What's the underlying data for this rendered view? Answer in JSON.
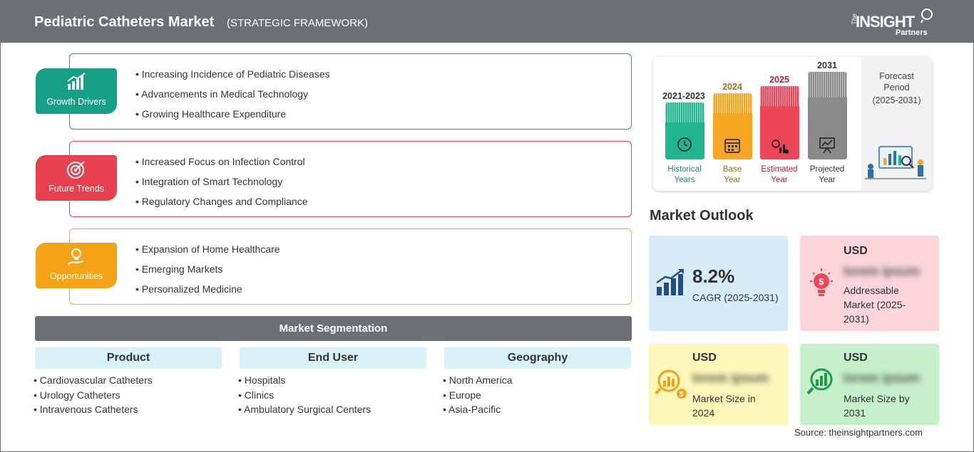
{
  "header": {
    "title": "Pediatric Catheters Market",
    "subtitle": "(STRATEGIC FRAMEWORK)",
    "logo_the": "The",
    "logo_insight": "INSIGHT",
    "logo_partners": "Partners"
  },
  "sections": [
    {
      "label": "Growth Drivers",
      "color": "#16a085",
      "items": [
        "Increasing Incidence of Pediatric Diseases",
        "Advancements in Medical Technology",
        "Growing Healthcare Expenditure"
      ]
    },
    {
      "label": "Future Trends",
      "color": "#e8404f",
      "items": [
        "Increased Focus on Infection Control",
        "Integration of Smart Technology",
        "Regulatory Changes and Compliance"
      ]
    },
    {
      "label": "Opportunities",
      "color": "#f4a316",
      "items": [
        "Expansion of Home Healthcare",
        "Emerging Markets",
        "Personalized Medicine"
      ]
    }
  ],
  "segmentation": {
    "title": "Market Segmentation",
    "columns": [
      {
        "heading": "Product",
        "items": [
          "Cardiovascular Catheters",
          "Urology Catheters",
          "Intravenous Catheters"
        ]
      },
      {
        "heading": "End User",
        "items": [
          "Hospitals",
          "Clinics",
          "Ambulatory Surgical Centers"
        ]
      },
      {
        "heading": "Geography",
        "items": [
          "North America",
          "Europe",
          "Asia-Pacific"
        ]
      }
    ]
  },
  "timeline": {
    "bars": [
      {
        "year": "2021-2023",
        "label1": "Historical",
        "label2": "Years",
        "color": "#20b48f",
        "year_color": "#1a8a6f",
        "label_color": "#1a8a6f",
        "icon": "history-icon"
      },
      {
        "year": "2024",
        "label1": "Base",
        "label2": "Year",
        "color": "#f6a623",
        "year_color": "#a8700f",
        "label_color": "#a8700f",
        "icon": "calendar-icon"
      },
      {
        "year": "2025",
        "label1": "Estimated",
        "label2": "Year",
        "color": "#ec4658",
        "year_color": "#b51f31",
        "label_color": "#b51f31",
        "icon": "gear-chart-icon"
      },
      {
        "year": "2031",
        "label1": "Projected",
        "label2": "Year",
        "color": "#8a8a8a",
        "year_color": "#333333",
        "label_color": "#333333",
        "icon": "presentation-icon"
      }
    ],
    "forecast_line1": "Forecast",
    "forecast_line2": "Period",
    "forecast_line3": "(2025-2031)"
  },
  "outlook": {
    "title": "Market Outlook",
    "cagr_value": "8.2%",
    "cagr_label": "CAGR (2025-2031)",
    "addressable_usd": "USD",
    "addressable_value": "lorem ipsum",
    "addressable_label1": "Addressable",
    "addressable_label2": "Market (2025-",
    "addressable_label3": "2031)",
    "size2024_usd": "USD",
    "size2024_value": "lorem ipsum",
    "size2024_label1": "Market Size in",
    "size2024_label2": "2024",
    "size2031_usd": "USD",
    "size2031_value": "lorem ipsum",
    "size2031_label1": "Market Size by",
    "size2031_label2": "2031",
    "colors": {
      "cagr": "#d6ecf7",
      "addressable": "#fbd5da",
      "size2024": "#fdf7b9",
      "size2031": "#c6f0c9"
    }
  },
  "source": "Source: theinsightpartners.com"
}
